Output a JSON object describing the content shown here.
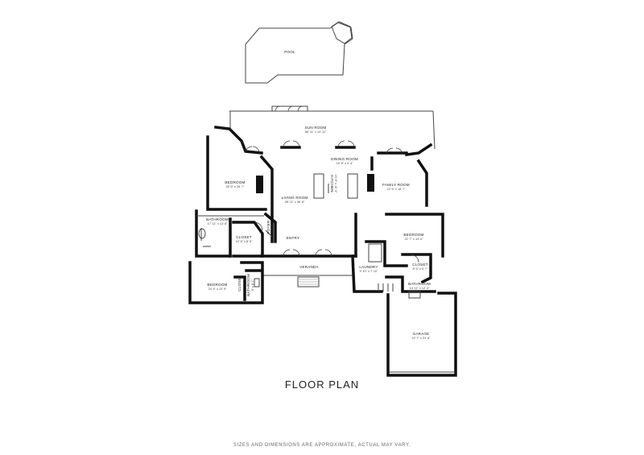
{
  "title": "FLOOR PLAN",
  "disclaimer": "SIZES AND DIMENSIONS ARE APPROXIMATE, ACTUAL MAY VARY.",
  "rooms": {
    "pool": {
      "name": "POOL"
    },
    "sun_room": {
      "name": "SUN ROOM",
      "dims": "86' 11\" x 14' 11\""
    },
    "dining_room": {
      "name": "DINING ROOM",
      "dims": "15' 8\" x 9' 4\""
    },
    "bedroom_nw": {
      "name": "BEDROOM",
      "dims": "28' 5\" x 26' 7\""
    },
    "living_room": {
      "name": "LIVING ROOM",
      "dims": "28' 11\" x 36' 8\""
    },
    "kitchen": {
      "name": "KITCHEN",
      "dims": "15' 8\" x 10' 5\""
    },
    "family_room": {
      "name": "FAMILY ROOM",
      "dims": "22' 6\" x 18' 7\""
    },
    "bathroom_w": {
      "name": "BATHROOM",
      "dims": "17' 11\" x 13' 8\""
    },
    "closet_w": {
      "name": "CLOSET",
      "dims": "10' 8\" x 8' 5\""
    },
    "foyer": {
      "name": "FOYER",
      "dims": "5' 7\""
    },
    "entry": {
      "name": "ENTRY"
    },
    "bedroom_e": {
      "name": "BEDROOM",
      "dims": "22' 7\" x 14' 6\""
    },
    "veranda": {
      "name": "VERANDA"
    },
    "laundry": {
      "name": "LAUNDRY",
      "dims": "9' 10\" x 7' 10\""
    },
    "closet_e": {
      "name": "CLOSET",
      "dims": "8' 5\" x 6' 7\""
    },
    "bathroom_e": {
      "name": "BATHROOM",
      "dims": "14' 11\" x 12' 4\""
    },
    "bedroom_sw": {
      "name": "BEDROOM",
      "dims": "24' 4\" x 13' 9\""
    },
    "closet_sw": {
      "name": "CLOSET"
    },
    "bathroom_sw": {
      "name": "BATHROOM",
      "dims": "9' x 8' 7\""
    },
    "garage": {
      "name": "GARAGE",
      "dims": "22' 7\" x 31' 8\""
    }
  }
}
